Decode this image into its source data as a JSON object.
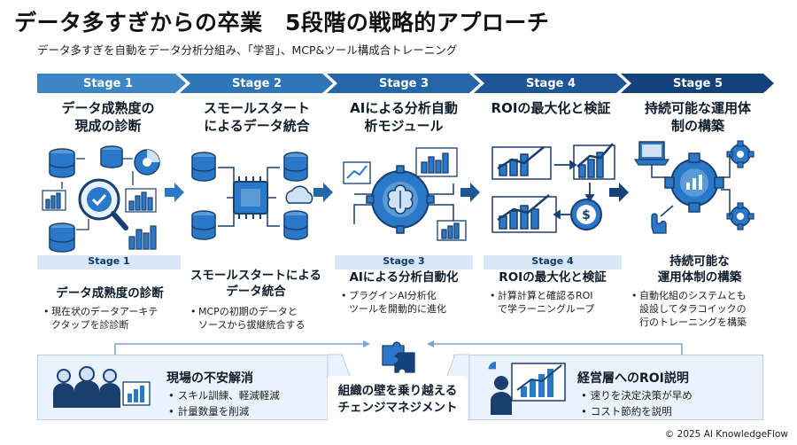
{
  "header": {
    "title": "データ多すぎからの卒業　5段階の戦略的アプローチ",
    "subtitle": "データ多すぎを自動をデータ分析分組み、「学習」、MCP&ツール構成合トレーニング"
  },
  "stages": [
    {
      "label": "Stage 1",
      "title_line1": "データ成熟度の",
      "title_line2": "現成の診断",
      "sub_label": "Stage 1",
      "sub_title_line1": "データ成熟度の診断",
      "sub_title_line2": "",
      "bullet_line1": "現在状のデータアーキテ",
      "bullet_line2": "クタップを診診断",
      "bullet_line3": ""
    },
    {
      "label": "Stage 2",
      "title_line1": "スモールスタート",
      "title_line2": "によるデータ統合",
      "sub_label": "",
      "sub_title_line1": "スモールスタートによる",
      "sub_title_line2": "データ統合",
      "bullet_line1": "MCPの初期のデータと",
      "bullet_line2": "ソースから拔継統合する",
      "bullet_line3": ""
    },
    {
      "label": "Stage 3",
      "title_line1": "AIによる分析自動",
      "title_line2": "析モジュール",
      "sub_label": "Stage 3",
      "sub_title_line1": "AIによる分析自動化",
      "sub_title_line2": "",
      "bullet_line1": "プラグインAI分析化",
      "bullet_line2": "ツールを開動的に進化",
      "bullet_line3": ""
    },
    {
      "label": "Stage 4",
      "title_line1": "ROIの最大化と検証",
      "title_line2": "",
      "sub_label": "Stage 4",
      "sub_title_line1": "ROIの最大化と検証",
      "sub_title_line2": "",
      "bullet_line1": "計算計算と確認るROI",
      "bullet_line2": "で学ラーニングループ",
      "bullet_line3": ""
    },
    {
      "label": "Stage 5",
      "title_line1": "持続可能な運用体",
      "title_line2": "制の構築",
      "sub_label": "",
      "sub_title_line1": "持続可能な",
      "sub_title_line2": "運用体制の構築",
      "bullet_line1": "自動化組のシステムとも",
      "bullet_line2": "設設してタラコイックの",
      "bullet_line3": "行のトレーニングを構築"
    }
  ],
  "bottom": {
    "left_title": "現場の不安解消",
    "left_bullets": [
      "スキル訓練、軽減軽減",
      "計量数量を削減"
    ],
    "center_line1": "組織の壁を乗り越える",
    "center_line2": "チェンジマネジメント",
    "right_title": "経営層へのROI説明",
    "right_bullets": [
      "速りを決定決策が早め",
      "コスト節約を説明"
    ]
  },
  "footer": {
    "copyright": "© 2025 AI KnowledgeFlow"
  },
  "colors": {
    "stage1": "#3d86c6",
    "stage2": "#2f76b8",
    "stage3": "#2566a8",
    "stage4": "#1d5596",
    "stage5": "#14427c",
    "accent": "#2a78c8",
    "dark": "#1a3f6e",
    "panel": "#eaf2fb"
  },
  "icons": [
    "database-icon",
    "magnifier-check-icon",
    "bar-chart-icon",
    "pie-chart-icon",
    "circuit-chip-icon",
    "cloud-icon",
    "brain-gear-icon",
    "trend-chart-icon",
    "dollar-coin-icon",
    "laptop-icon",
    "gear-icon",
    "people-icon",
    "presentation-icon",
    "puzzle-icon"
  ]
}
